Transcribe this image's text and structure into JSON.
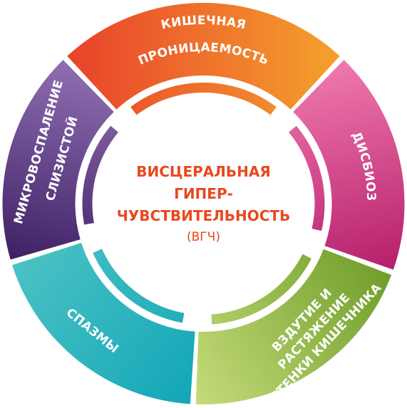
{
  "center": {
    "lines": [
      "ВИСЦЕРАЛЬНАЯ",
      "ГИПЕР-",
      "ЧУВСТВИТЕЛЬНОСТЬ"
    ],
    "abbr": "(ВГЧ)",
    "color": "#e8491f"
  },
  "segments": [
    {
      "id": "permeability",
      "lines": [
        "КИШЕЧНАЯ",
        "ПРОНИЦАЕМОСТЬ"
      ],
      "colors": [
        "#e8412b",
        "#f5a22c"
      ]
    },
    {
      "id": "dysbiosis",
      "lines": [
        "ДИСБИОЗ"
      ],
      "colors": [
        "#f07aae",
        "#b51e6b"
      ]
    },
    {
      "id": "distension",
      "lines": [
        "ВЗДУТИЕ И",
        "РАСТЯЖЕНИЕ",
        "СТЕНКИ КИШЕЧНИКА"
      ],
      "colors": [
        "#6f9d2a",
        "#c6dc7a"
      ]
    },
    {
      "id": "spasms",
      "lines": [
        "СПАЗМЫ"
      ],
      "colors": [
        "#12a6b8",
        "#4cc2c4"
      ]
    },
    {
      "id": "inflammation",
      "lines": [
        "МИКРОВОСПАЛЕНИЕ",
        "СЛИЗИСТОЙ"
      ],
      "colors": [
        "#3e1f63",
        "#9070b3"
      ]
    }
  ]
}
